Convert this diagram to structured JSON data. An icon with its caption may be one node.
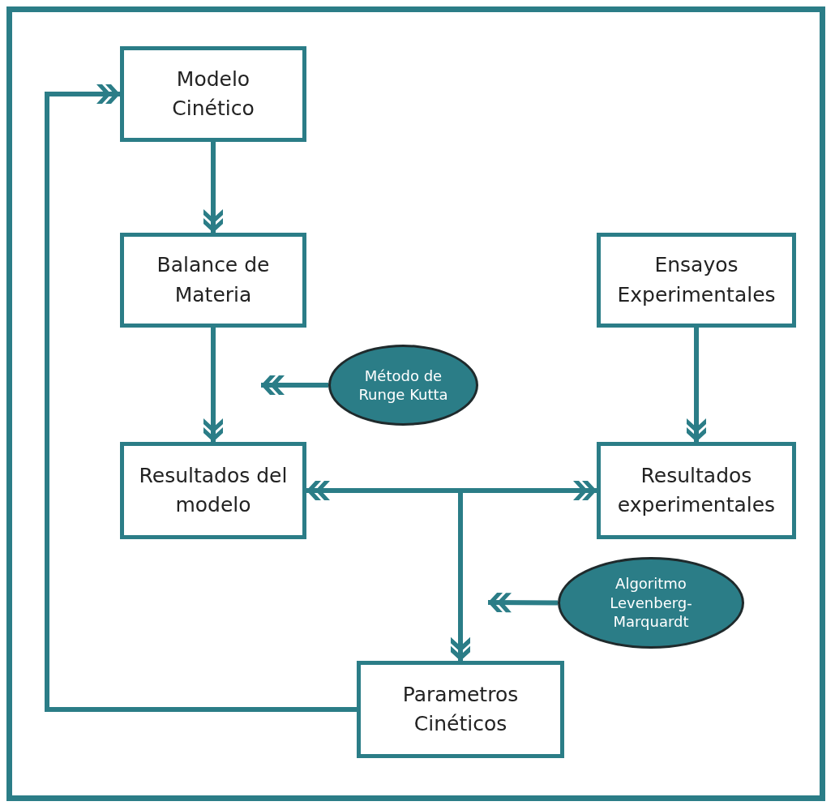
{
  "diagram": {
    "nodes": [
      {
        "text": [
          "Modelo Cinético"
        ]
      },
      {
        "text": [
          "Balance de Materia"
        ]
      },
      {
        "text": [
          "Ensayos Experimentales"
        ]
      },
      {
        "text": [
          "Método de Runge Kutta"
        ]
      },
      {
        "text": [
          "Resultados del modelo"
        ]
      },
      {
        "text": [
          "Resultados experimentales"
        ]
      },
      {
        "text": [
          "Algoritmo Levenberg-Marquardt"
        ]
      },
      {
        "text": [
          "Parametros Cinéticos"
        ]
      }
    ],
    "edges": [
      {
        "from": 0,
        "to": 1,
        "arrow": "to"
      },
      {
        "from": 1,
        "to": 4,
        "arrow": "to"
      },
      {
        "from": 3,
        "to": null,
        "arrow": "to"
      },
      {
        "from": 2,
        "to": 5,
        "arrow": "to"
      },
      {
        "from": 4,
        "to": 7,
        "arrow": "both"
      },
      {
        "from": 5,
        "to": 7,
        "arrow": "both"
      },
      {
        "from": 6,
        "to": null,
        "arrow": "to"
      },
      {
        "from": 7,
        "to": 0,
        "arrow": "to"
      }
    ]
  }
}
